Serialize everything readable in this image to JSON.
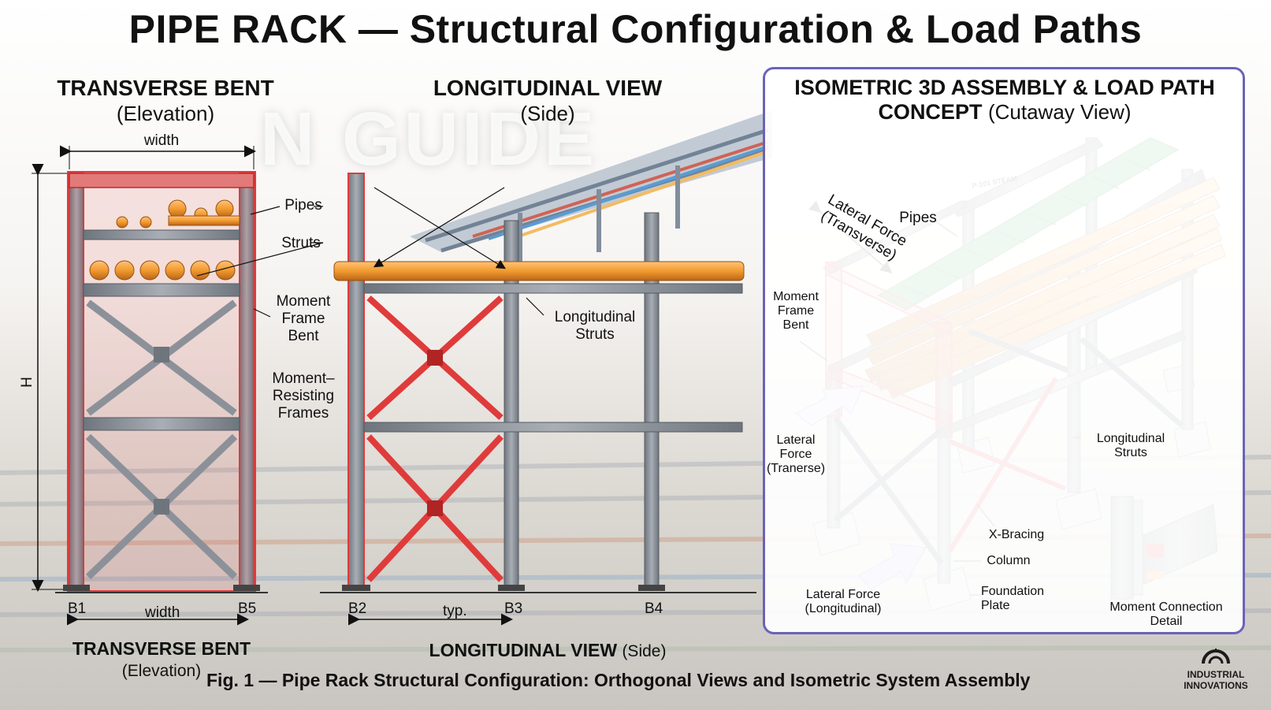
{
  "title": "PIPE RACK — Structural Configuration & Load Paths",
  "ghost_text": "N GUIDE",
  "transverse": {
    "title": "TRANSVERSE BENT",
    "subtitle": "(Elevation)",
    "width_label": "width",
    "height_label": "H",
    "labels": {
      "pipes": "Pipes",
      "struts": "Struts",
      "moment_frame_bent": "Moment\nFrame\nBent",
      "moment_resisting_frames": "Moment–\nResisting\nFrames"
    },
    "bays": {
      "left": "B1",
      "right": "B5",
      "width": "width"
    },
    "bottom_title": "TRANSVERSE BENT",
    "bottom_subtitle": "(Elevation)"
  },
  "longitudinal": {
    "title": "LONGITUDINAL VIEW",
    "subtitle": "(Side)",
    "labels": {
      "longitudinal_struts": "Longitudinal\nStruts"
    },
    "bays": {
      "b2": "B2",
      "b3": "B3",
      "b4": "B4",
      "typ": "typ."
    },
    "bottom_title": "LONGITUDINAL VIEW",
    "bottom_subtitle": "(Side)"
  },
  "isometric": {
    "title_line1": "ISOMETRIC 3D ASSEMBLY & LOAD PATH",
    "title_line2_bold": "CONCEPT",
    "title_line2_rest": "(Cutaway View)",
    "pipe_tag_1": "P-101 STEAM",
    "pipe_tag_2": "P-101 STEAM",
    "labels": {
      "lateral_force_transverse": "Lateral Force\n(Transverse)",
      "pipes": "Pipes",
      "moment_frame_bent": "Moment\nFrame\nBent",
      "lateral_force_traverse_side": "Lateral\nForce\n(Tranerse)",
      "longitudinal_struts": "Longitudinal\nStruts",
      "x_bracing": "X-Bracing",
      "column": "Column",
      "foundation_plate": "Foundation\nPlate",
      "lateral_force_longitudinal": "Lateral Force\n(Longitudinal)",
      "moment_connection_detail": "Moment Connection\nDetail"
    }
  },
  "caption": "Fig. 1 — Pipe Rack Structural Configuration: Orthogonal Views and Isometric System Assembly",
  "logo": {
    "line1": "INDUSTRIAL",
    "line2": "INNOVATIONS",
    "icon": "gear-arch-icon"
  },
  "colors": {
    "steel": "#8c9199",
    "steel_dark": "#555b63",
    "moment_frame_red": "#e03b3b",
    "pipe_orange": "#f29a2e",
    "tray_green": "#3fb34a",
    "panel_border": "#6a63b8",
    "force_arrow": "#b9b4e6"
  }
}
